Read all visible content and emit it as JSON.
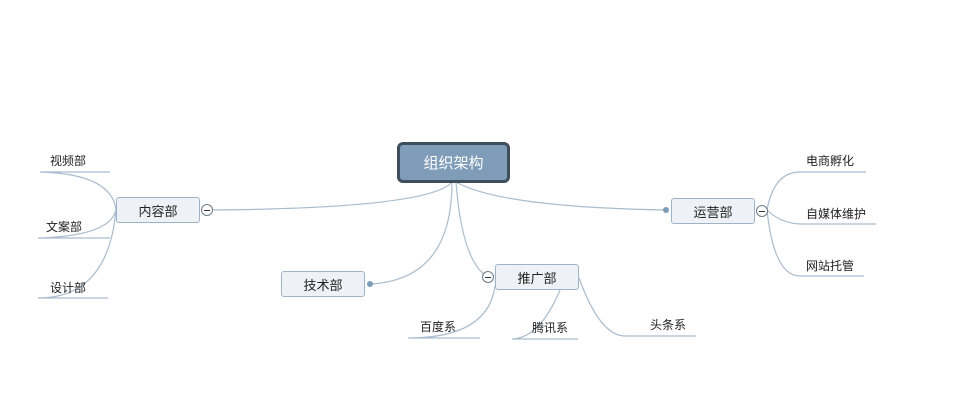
{
  "root": {
    "label": "组织架构"
  },
  "branches": {
    "content": {
      "label": "内容部",
      "children": [
        "视频部",
        "文案部",
        "设计部"
      ]
    },
    "tech": {
      "label": "技术部"
    },
    "promotion": {
      "label": "推广部",
      "children": [
        "百度系",
        "腾讯系",
        "头条系"
      ]
    },
    "operations": {
      "label": "运营部",
      "children": [
        "电商孵化",
        "自媒体维护",
        "网站托管"
      ]
    }
  },
  "colors": {
    "line": "#a9bccd",
    "node_fill": "#eef2f6",
    "node_border": "#9fb3c8",
    "root_fill": "#7f9cb9",
    "root_border": "#3f4e5c"
  }
}
